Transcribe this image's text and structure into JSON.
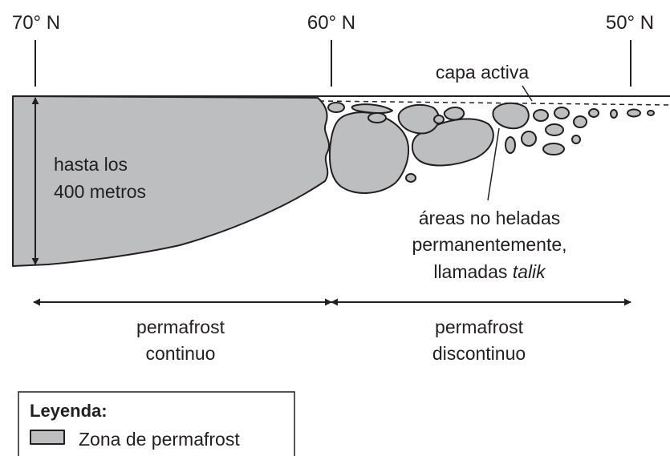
{
  "latitudes": {
    "lat70": "70° N",
    "lat60": "60° N",
    "lat50": "50° N"
  },
  "labels": {
    "active_layer": "capa activa",
    "depth_line1": "hasta los",
    "depth_line2": "400 metros",
    "talik_line1": "áreas no heladas",
    "talik_line2": "permanentemente,",
    "talik_line3_prefix": "llamadas ",
    "talik_line3_italic": "talik",
    "continuous_line1": "permafrost",
    "continuous_line2": "continuo",
    "discontinuous_line1": "permafrost",
    "discontinuous_line2": "discontinuo"
  },
  "legend": {
    "title": "Leyenda:",
    "item_label": "Zona de permafrost"
  },
  "colors": {
    "permafrost_fill": "#bcbec0",
    "stroke": "#231f20"
  }
}
